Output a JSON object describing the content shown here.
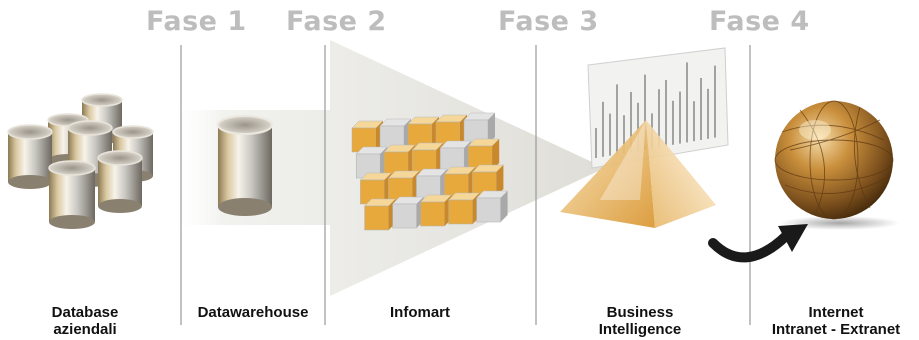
{
  "phases": [
    {
      "label": "Fase 1"
    },
    {
      "label": "Fase 2"
    },
    {
      "label": "Fase 3"
    },
    {
      "label": "Fase 4"
    }
  ],
  "stages": [
    {
      "name": "database-aziendali",
      "lines": [
        "Database",
        "aziendali"
      ],
      "icon": "database-cluster-icon"
    },
    {
      "name": "datawarehouse",
      "lines": [
        "Datawarehouse"
      ],
      "icon": "cylinder-icon"
    },
    {
      "name": "infomart",
      "lines": [
        "Infomart"
      ],
      "icon": "cube-grid-icon"
    },
    {
      "name": "business-intelligence",
      "lines": [
        "Business",
        "Intelligence"
      ],
      "icon": "pyramid-chart-icon"
    },
    {
      "name": "internet-intranet-extranet",
      "lines": [
        "Internet",
        "Intranet - Extranet"
      ],
      "icon": "globe-icon"
    }
  ],
  "colors": {
    "phase_text": "#bdbdbd",
    "label_text": "#111111",
    "divider": "#9a9a9a",
    "arrow": "#e9e9e6",
    "accent": "#e7a93c"
  }
}
